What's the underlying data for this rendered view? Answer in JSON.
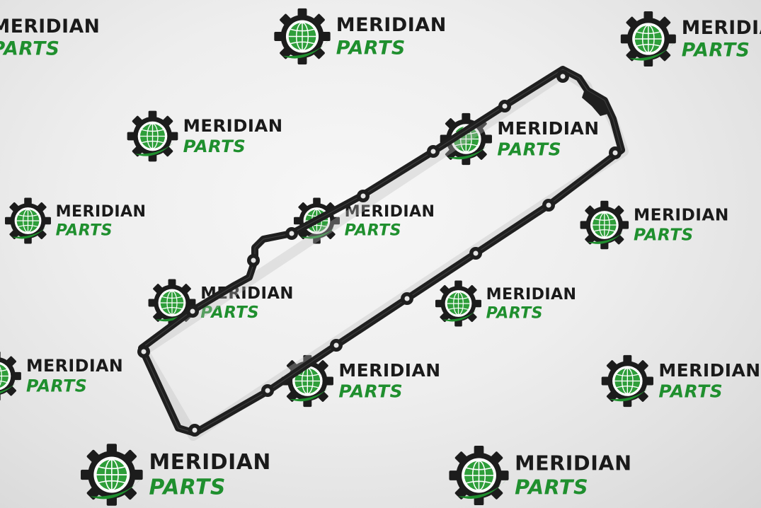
{
  "watermark": {
    "line1": "MERIDIAN",
    "line2": "PARTS",
    "emblem": "gear-globe-swoosh-logo",
    "colors": {
      "text_dark": "#1a1a1a",
      "text_green": "#1f8f2e",
      "gear": "#1c1c1c",
      "globe_fill": "#2e9e3a",
      "swoosh": "#1f8f2e"
    }
  },
  "product": {
    "object": "valve-cover-gasket",
    "colors": {
      "gasket": "#1f1f1f",
      "gasket_edge": "#555555",
      "bolt_hole": "#e6e6e6"
    }
  },
  "background": {
    "color": "#ececec"
  }
}
